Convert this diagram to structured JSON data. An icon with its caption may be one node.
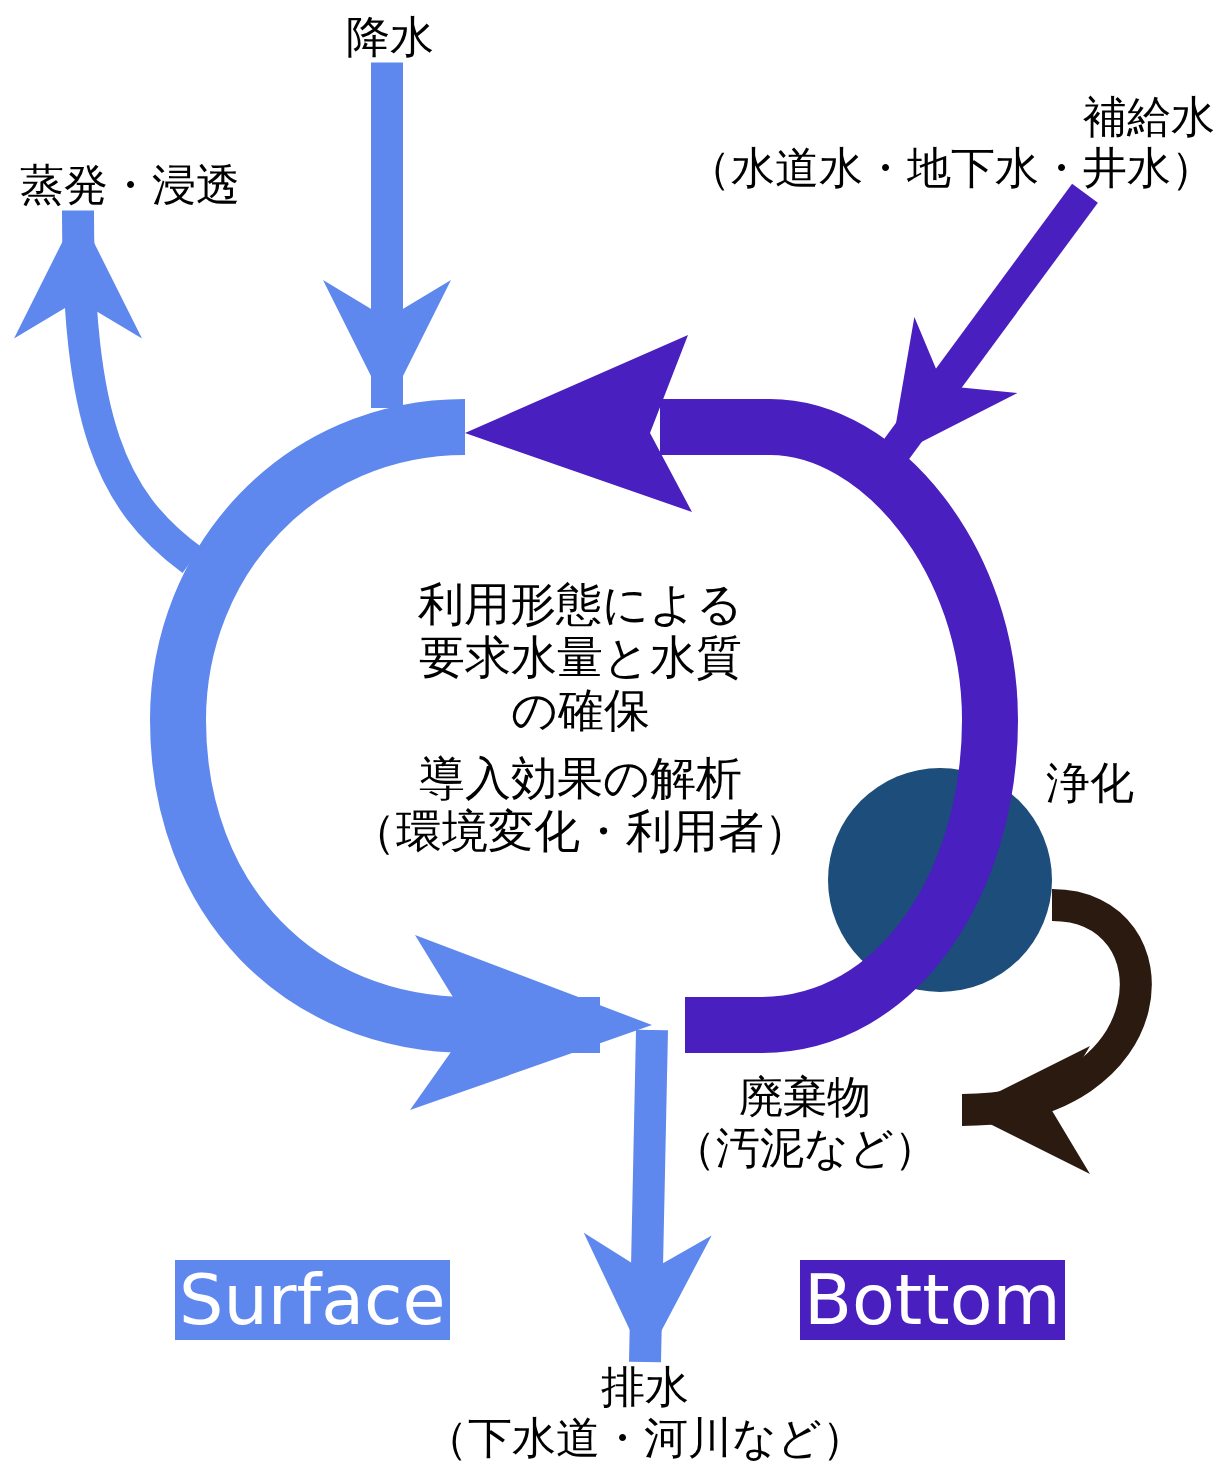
{
  "diagram": {
    "nodes": [
      {
        "text": [
          "降水"
        ]
      },
      {
        "text": [
          "蒸発・浸透"
        ]
      },
      {
        "text": [
          "補給水（水道水・地下水・井水）"
        ]
      },
      {
        "text": [],
        "shape": "circle",
        "beside": [
          "浄化"
        ]
      },
      {
        "text": [
          "廃棄物（汚泥など）"
        ]
      },
      {
        "text": [
          "排水（下水道・河川など）"
        ]
      }
    ],
    "edges": [
      {
        "from": 0,
        "to": null,
        "arrow": "to"
      },
      {
        "from": null,
        "to": 1,
        "arrow": "to"
      },
      {
        "from": 2,
        "to": null,
        "arrow": "to",
        "color": "#4a1fbf"
      },
      {
        "from": 3,
        "to": 4,
        "arrow": "to",
        "color": "#2b1a10"
      },
      {
        "from": null,
        "to": 5,
        "arrow": "to"
      }
    ],
    "labels": [
      "利用形態による要求水量と水質の確保",
      "導入効果の解析（環境変化・利用者）"
    ],
    "legend": [
      {
        "text": "Surface",
        "color": "#5f88ee"
      },
      {
        "text": "Bottom",
        "color": "#4a1fbf"
      }
    ]
  }
}
